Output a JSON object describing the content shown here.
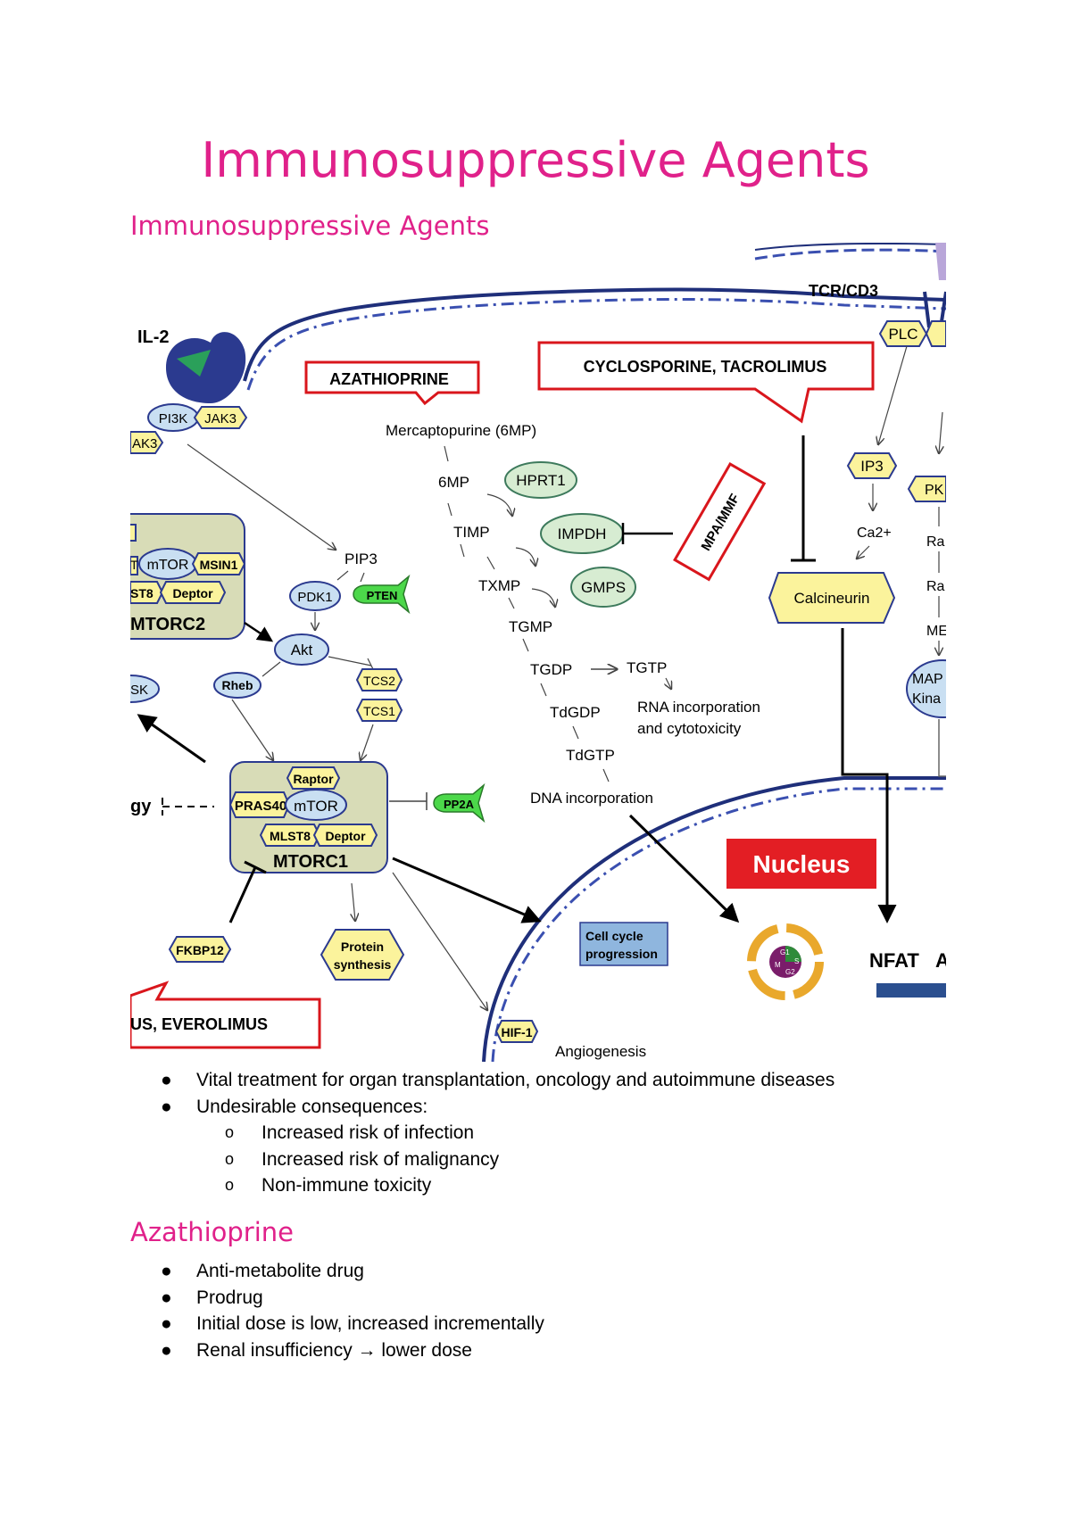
{
  "doc": {
    "title": "Immunosuppressive Agents",
    "section1_heading": "Immunosuppressive Agents",
    "section2_heading": "Azathioprine"
  },
  "diagram": {
    "il2": "IL-2",
    "tcr": "TCR/CD3",
    "plc": "PLC",
    "pi3k": "PI3K",
    "jak3": "JAK3",
    "jak3_left": "AK3",
    "azathioprine": "AZATHIOPRINE",
    "cyclosporine": "CYCLOSPORINE, TACROLIMUS",
    "mercaptopurine": "Mercaptopurine (6MP)",
    "sixmp": "6MP",
    "hprt1": "HPRT1",
    "timp": "TIMP",
    "impdh": "IMPDH",
    "mpa": "MPA/MMF",
    "txmp": "TXMP",
    "gmps": "GMPS",
    "tgmp": "TGMP",
    "tgdp": "TGDP",
    "tgtp": "TGTP",
    "tdgdp": "TdGDP",
    "rna1": "RNA incorporation",
    "rna2": "and cytotoxicity",
    "tdgtp": "TdGTP",
    "dna": "DNA incorporation",
    "ip3": "IP3",
    "ca2": "Ca2+",
    "pk": "PK",
    "ra1": "Ra",
    "ra2": "Ra",
    "me": "ME",
    "map1": "MAP",
    "map2": "Kina",
    "calcineurin": "Calcineurin",
    "mtor2": "mTOR",
    "msin1": "MSIN1",
    "st8": "ST8",
    "deptor2": "Deptor",
    "mtorc2": "MTORC2",
    "t_left": "T",
    "pip3": "PIP3",
    "pdk1": "PDK1",
    "pten": "PTEN",
    "akt": "Akt",
    "rheb": "Rheb",
    "sk": "SK",
    "tcs2": "TCS2",
    "tcs1": "TCS1",
    "gy": "gy",
    "raptor": "Raptor",
    "pras40": "PRAS40",
    "mtor1": "mTOR",
    "pp2a": "PP2A",
    "mlst8": "MLST8",
    "deptor1": "Deptor",
    "mtorc1": "MTORC1",
    "nucleus": "Nucleus",
    "fkbp12": "FKBP12",
    "protein1": "Protein",
    "protein2": "synthesis",
    "cellcycle1": "Cell cycle",
    "cellcycle2": "progression",
    "nfat": "NFAT",
    "nfat_a": "A",
    "us_everolimus": "US, EVEROLIMUS",
    "hif1": "HIF-1",
    "angiogenesis": "Angiogenesis",
    "g1": "G1",
    "s": "S",
    "g2": "G2",
    "m": "M"
  },
  "bullets1": [
    "Vital treatment for organ transplantation, oncology and autoimmune diseases",
    "Undesirable consequences:"
  ],
  "bullets1_sub": [
    "Increased risk of infection",
    "Increased risk of malignancy",
    "Non-immune toxicity"
  ],
  "bullets2": [
    "Anti-metabolite drug",
    "Prodrug",
    "Initial dose is low, increased incrementally",
    "Renal insufficiency → lower dose"
  ],
  "colors": {
    "heading": "#e0218a",
    "membrane": "#1f2f7a",
    "node_blue": "#c9dff2",
    "node_green": "#d7ecd2",
    "node_yellow": "#fbf39c",
    "drug_red": "#d9161c",
    "complex": "#d8dcb7"
  }
}
